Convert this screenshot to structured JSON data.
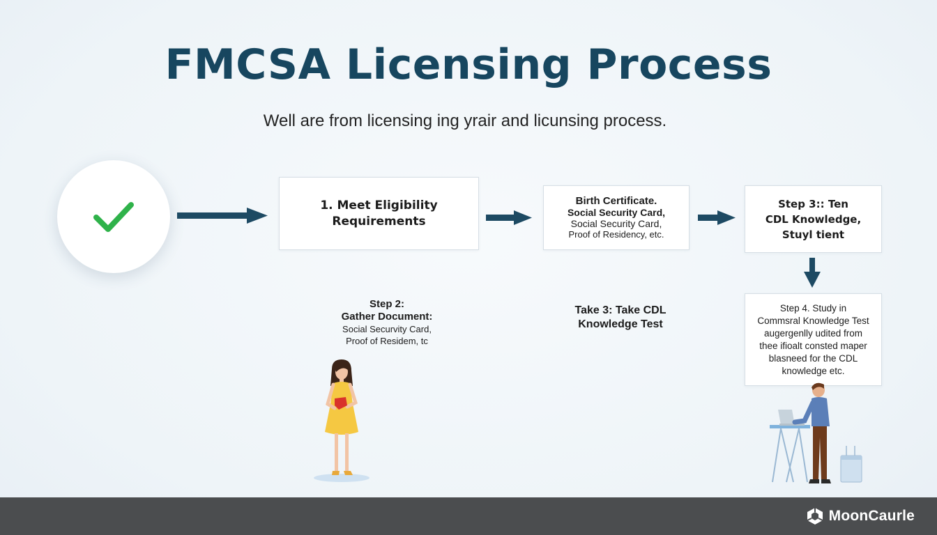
{
  "header": {
    "title": "FMCSA Licensing Process",
    "subtitle": "Well are from licensing ing yrair and licunsing process."
  },
  "flow": {
    "start_icon": "checkmark-icon",
    "box1": {
      "lines": [
        "1. Meet Eligibility",
        "Requirements"
      ]
    },
    "box2": {
      "lines": [
        "Birth  Certificate.",
        "Social Security Card,",
        "Social Security Card,",
        "Proof of Residency, etc."
      ]
    },
    "box3": {
      "lines": [
        "Step 3:: Ten",
        "CDL Knowledge,",
        "Stuyl tient"
      ]
    },
    "box4": {
      "lines": [
        "Step 4. Study in",
        "Commsral Knowledge Test",
        "augergenlly udited from",
        "thee ifioalt consted maper",
        "blasneed for the CDL",
        "knowledge etc."
      ]
    },
    "step2_label": {
      "lines": [
        "Step 2:",
        "Gather Document:",
        "Social Securvity Card,",
        "Proof of Residem, tc"
      ]
    },
    "step3_label": {
      "lines": [
        "Take 3:  Take CDL",
        "Knowledge Test"
      ]
    }
  },
  "colors": {
    "title": "#17465f",
    "arrow": "#1d4a63",
    "check": "#2fb24a",
    "footer": "#4b4d4f",
    "dress": "#f5c842"
  },
  "footer": {
    "brand_name": "MoonCaurle",
    "brand_icon": "cube-logo-icon"
  }
}
